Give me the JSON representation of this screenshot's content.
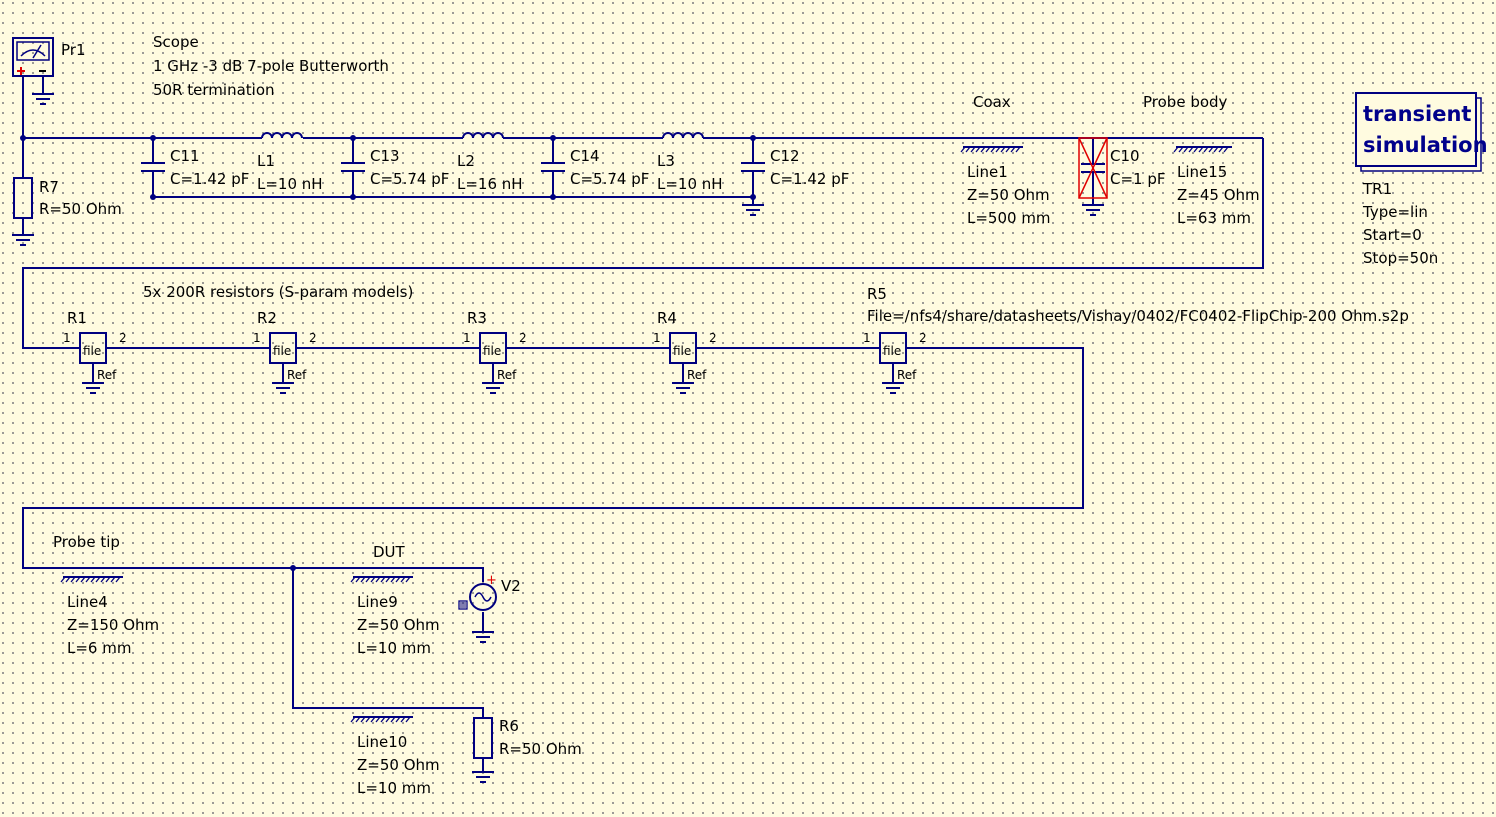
{
  "notes": {
    "scope_title": "Scope",
    "scope_line2": "1 GHz -3 dB 7-pole Butterworth",
    "scope_line3": "50R termination",
    "coax": "Coax",
    "probe_body": "Probe body",
    "resistors_note": "5x 200R resistors (S-param models)",
    "probe_tip": "Probe tip",
    "dut": "DUT"
  },
  "probe": {
    "name": "Pr1"
  },
  "termination": {
    "name": "R7",
    "value": "R=50 Ohm"
  },
  "filter": {
    "C11": {
      "name": "C11",
      "value": "C=1.42 pF"
    },
    "L1": {
      "name": "L1",
      "value": "L=10 nH"
    },
    "C13": {
      "name": "C13",
      "value": "C=5.74 pF"
    },
    "L2": {
      "name": "L2",
      "value": "L=16 nH"
    },
    "C14": {
      "name": "C14",
      "value": "C=5.74 pF"
    },
    "L3": {
      "name": "L3",
      "value": "L=10 nH"
    },
    "C12": {
      "name": "C12",
      "value": "C=1.42 pF"
    }
  },
  "line1": {
    "name": "Line1",
    "z": "Z=50 Ohm",
    "l": "L=500 mm"
  },
  "c10": {
    "name": "C10",
    "value": "C=1 pF"
  },
  "line15": {
    "name": "Line15",
    "z": "Z=45 Ohm",
    "l": "L=63 mm"
  },
  "simulation": {
    "block_line1": "transient",
    "block_line2": "simulation",
    "name": "TR1",
    "type": "Type=lin",
    "start": "Start=0",
    "stop": "Stop=50n"
  },
  "sparam_resistors": {
    "file_label": "file",
    "ref_label": "Ref",
    "pin1": "1",
    "pin2": "2",
    "r5_file": "File=/nfs4/share/datasheets/Vishay/0402/FC0402-FlipChip-200 Ohm.s2p",
    "items": [
      {
        "name": "R1"
      },
      {
        "name": "R2"
      },
      {
        "name": "R3"
      },
      {
        "name": "R4"
      },
      {
        "name": "R5"
      }
    ]
  },
  "line4": {
    "name": "Line4",
    "z": "Z=150 Ohm",
    "l": "L=6 mm"
  },
  "line9": {
    "name": "Line9",
    "z": "Z=50 Ohm",
    "l": "L=10 mm"
  },
  "line10": {
    "name": "Line10",
    "z": "Z=50 Ohm",
    "l": "L=10 mm"
  },
  "source": {
    "name": "V2",
    "plus": "+"
  },
  "r6": {
    "name": "R6",
    "value": "R=50 Ohm"
  },
  "colors": {
    "wire": "#000080",
    "background": "#fffbe0",
    "disabled_component": "#e00000",
    "probe_plus": "#e00000",
    "simulation_text": "#00008b"
  }
}
